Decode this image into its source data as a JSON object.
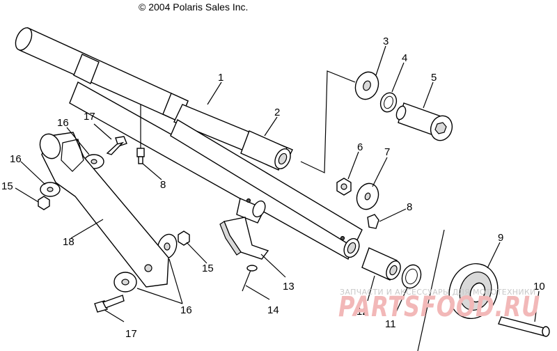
{
  "copyright": "© 2004 Polaris Sales Inc.",
  "callouts": [
    {
      "id": "c1",
      "text": "1"
    },
    {
      "id": "c2",
      "text": "2"
    },
    {
      "id": "c3",
      "text": "3"
    },
    {
      "id": "c4",
      "text": "4"
    },
    {
      "id": "c5",
      "text": "5"
    },
    {
      "id": "c6",
      "text": "6"
    },
    {
      "id": "c7",
      "text": "7"
    },
    {
      "id": "c8a",
      "text": "8"
    },
    {
      "id": "c8b",
      "text": "8"
    },
    {
      "id": "c9",
      "text": "9"
    },
    {
      "id": "c10",
      "text": "10"
    },
    {
      "id": "c11",
      "text": "11"
    },
    {
      "id": "c12",
      "text": "12"
    },
    {
      "id": "c13",
      "text": "13"
    },
    {
      "id": "c14",
      "text": "14"
    },
    {
      "id": "c15a",
      "text": "15"
    },
    {
      "id": "c15b",
      "text": "15"
    },
    {
      "id": "c16a",
      "text": "16"
    },
    {
      "id": "c16b",
      "text": "16"
    },
    {
      "id": "c16c",
      "text": "16"
    },
    {
      "id": "c17a",
      "text": "17"
    },
    {
      "id": "c17b",
      "text": "17"
    },
    {
      "id": "c18",
      "text": "18"
    }
  ],
  "watermark": {
    "tagline": "ЗАПЧАСТИ И АКСЕССУАРЫ ДЛЯ МОТОТЕХНИКИ",
    "brand": "PARTSFOOD.RU"
  }
}
